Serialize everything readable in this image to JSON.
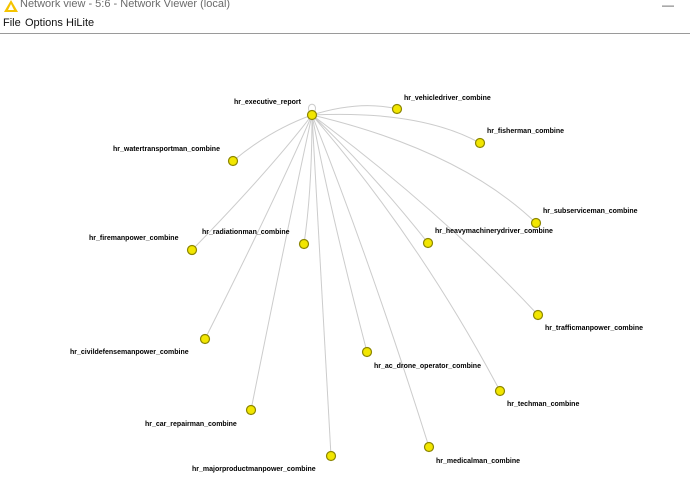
{
  "window": {
    "title": "Network view - 5:6 - Network Viewer (local)",
    "app_icon": "knime-warning-triangle-icon",
    "minimize_glyph": "—"
  },
  "menu": {
    "items": [
      "File",
      "Options",
      "HiLite"
    ]
  },
  "network": {
    "root": "hr_executive_report",
    "node_color": "#f2e600",
    "node_border": "#8c8600",
    "edge_color": "#cccccc",
    "children": [
      "hr_vehicledriver_combine",
      "hr_fisherman_combine",
      "hr_watertransportman_combine",
      "hr_subserviceman_combine",
      "hr_radiationman_combine",
      "hr_heavymachinerydriver_combine",
      "hr_firemanpower_combine",
      "hr_trafficmanpower_combine",
      "hr_civildefensemanpower_combine",
      "hr_ac_drone_operator_combine",
      "hr_techman_combine",
      "hr_car_repairman_combine",
      "hr_medicalman_combine",
      "hr_majorproductmanpower_combine"
    ]
  }
}
